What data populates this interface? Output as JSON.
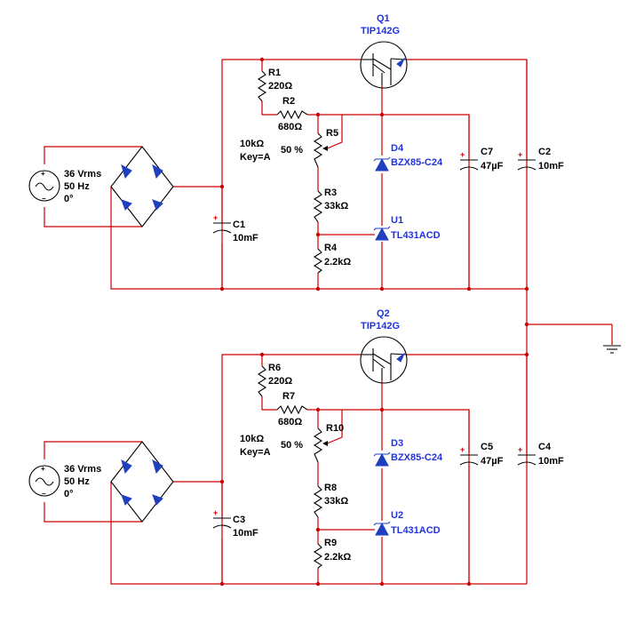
{
  "colors": {
    "wire": "#cc0000",
    "component": "#000000",
    "semiconductor": "#1f3fbf",
    "label_blue": "#2233dd"
  },
  "stages": [
    {
      "source": {
        "voltage": "36 Vrms",
        "freq": "50 Hz",
        "phase": "0°"
      },
      "c1": {
        "ref": "C1",
        "value": "10mF"
      },
      "r1": {
        "ref": "R1",
        "value": "220Ω"
      },
      "r2": {
        "ref": "R2",
        "value": "680Ω"
      },
      "r5": {
        "ref": "R5",
        "value": "10kΩ",
        "key": "Key=A",
        "percent": "50 %"
      },
      "r3": {
        "ref": "R3",
        "value": "33kΩ"
      },
      "r4": {
        "ref": "R4",
        "value": "2.2kΩ"
      },
      "q": {
        "ref": "Q1",
        "part": "TIP142G"
      },
      "d": {
        "ref": "D4",
        "part": "BZX85-C24"
      },
      "u": {
        "ref": "U1",
        "part": "TL431ACD"
      },
      "c7": {
        "ref": "C7",
        "value": "47µF"
      },
      "c2": {
        "ref": "C2",
        "value": "10mF"
      }
    },
    {
      "source": {
        "voltage": "36 Vrms",
        "freq": "50 Hz",
        "phase": "0°"
      },
      "c1": {
        "ref": "C3",
        "value": "10mF"
      },
      "r1": {
        "ref": "R6",
        "value": "220Ω"
      },
      "r2": {
        "ref": "R7",
        "value": "680Ω"
      },
      "r5": {
        "ref": "R10",
        "value": "10kΩ",
        "key": "Key=A",
        "percent": "50 %"
      },
      "r3": {
        "ref": "R8",
        "value": "33kΩ"
      },
      "r4": {
        "ref": "R9",
        "value": "2.2kΩ"
      },
      "q": {
        "ref": "Q2",
        "part": "TIP142G"
      },
      "d": {
        "ref": "D3",
        "part": "BZX85-C24"
      },
      "u": {
        "ref": "U2",
        "part": "TL431ACD"
      },
      "c7": {
        "ref": "C5",
        "value": "47µF"
      },
      "c2": {
        "ref": "C4",
        "value": "10mF"
      }
    }
  ]
}
